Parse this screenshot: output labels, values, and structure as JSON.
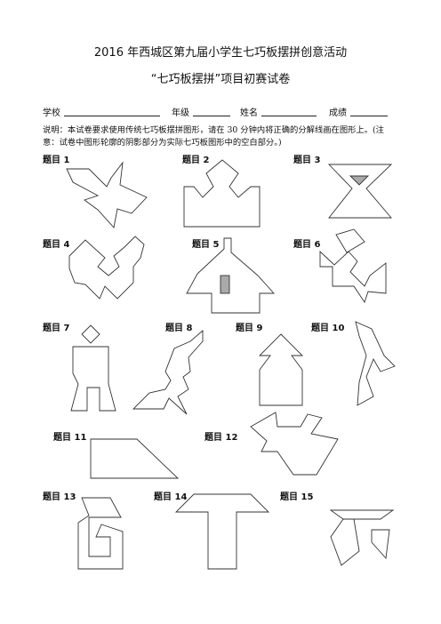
{
  "header": {
    "title": "2016 年西城区第九届小学生七巧板摆拼创意活动",
    "subtitle": "“七巧板摆拼”项目初赛试卷"
  },
  "info": {
    "school": "学校",
    "grade": "年级",
    "name": "姓名",
    "score": "成绩"
  },
  "instructions": "说明：本试卷要求使用传统七巧板摆拼图形，请在 30 分钟内将正确的分解线画在图形上。(注意：试卷中图形轮廓的阴影部分为实际七巧板图形中的空白部分。)",
  "questions": [
    {
      "label": "题目 1"
    },
    {
      "label": "题目 2"
    },
    {
      "label": "题目 3"
    },
    {
      "label": "题目 4"
    },
    {
      "label": "题目 5"
    },
    {
      "label": "题目 6"
    },
    {
      "label": "题目 7"
    },
    {
      "label": "题目 8"
    },
    {
      "label": "题目 9"
    },
    {
      "label": "题目 10"
    },
    {
      "label": "题目 11"
    },
    {
      "label": "题目 12"
    },
    {
      "label": "题目 13"
    },
    {
      "label": "题目 14"
    },
    {
      "label": "题目 15"
    }
  ]
}
